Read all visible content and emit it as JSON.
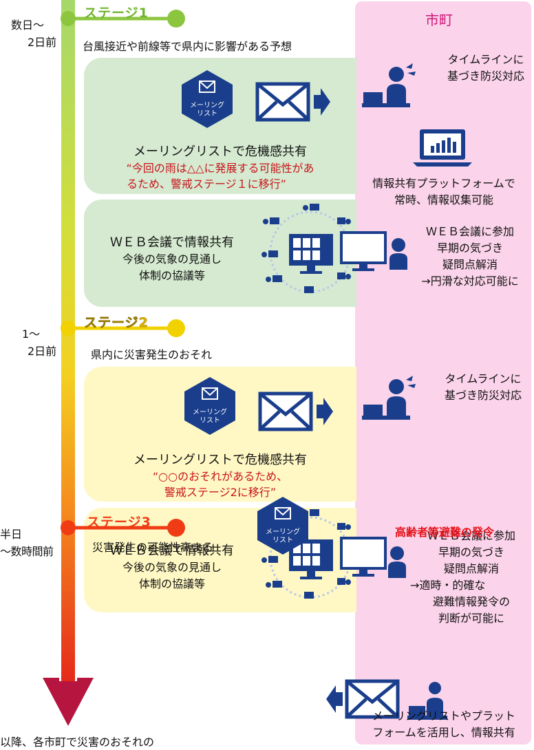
{
  "header": {
    "city_label": "市町"
  },
  "timeline": {
    "t1a": "数日～",
    "t1b": "2日前",
    "t2a": "1～",
    "t2b": "2日前",
    "t3a": "半日",
    "t3b": "～数時間前",
    "bottom": "以降、各市町で災害のおそれの"
  },
  "stages": {
    "s1": {
      "label": "ステージ1",
      "desc": "台風接近や前線等で県内に影響がある予想"
    },
    "s2": {
      "label": "ステージ2",
      "desc": "県内に災害発生のおそれ"
    },
    "s3": {
      "label": "ステージ3",
      "desc": "災害発生の可能性高まる"
    }
  },
  "hex": {
    "line1": "メーリング",
    "line2": "リスト"
  },
  "panels": {
    "p1": {
      "title": "メーリングリストで危機感共有",
      "quote1": "“今回の雨は△△に発展する可能性があ",
      "quote2": "るため、警戒ステージ１に移行”"
    },
    "p2": {
      "title": "ＷＥＢ会議で情報共有",
      "sub1": "今後の気象の見通し",
      "sub2": "体制の協議等"
    },
    "p3": {
      "title": "メーリングリストで危機感共有",
      "quote1": "“○○のおそれがあるため、",
      "quote2": "警戒ステージ2に移行”"
    },
    "p4": {
      "title": "ＷＥＢ会議で情報共有",
      "sub1": "今後の気象の見通し",
      "sub2": "体制の協議等"
    }
  },
  "city": {
    "tl1a": "タイムラインに",
    "tl1b": "基づき防災対応",
    "pf1": "情報共有プラットフォームで",
    "pf2": "常時、情報収集可能",
    "web1a": "ＷＥＢ会議に参加",
    "web1b": "早期の気づき",
    "web1c": "疑問点解消",
    "web1d": "→円滑な対応可能に",
    "tl2a": "タイムラインに",
    "tl2b": "基づき防災対応",
    "web2a": "ＷＥＢ会議に参加",
    "web2b": "早期の気づき",
    "web2c": "疑問点解消",
    "web2d": "→適時・的確な",
    "web2e": "避難情報発令の",
    "web2f": "判断が可能に",
    "evac": "高齢者等避難の発令",
    "share1": "メーリングリストやプラット",
    "share2": "フォームを活用し、情報共有"
  },
  "colors": {
    "blue": "#1a3e8c",
    "red": "#c8141c",
    "stage1": "#8cc63f",
    "stage2": "#f2d100",
    "stage3": "#f03c14",
    "pink": "#fbd3ea",
    "green_panel": "#d5ead0",
    "yellow_panel": "#fff8c4"
  }
}
